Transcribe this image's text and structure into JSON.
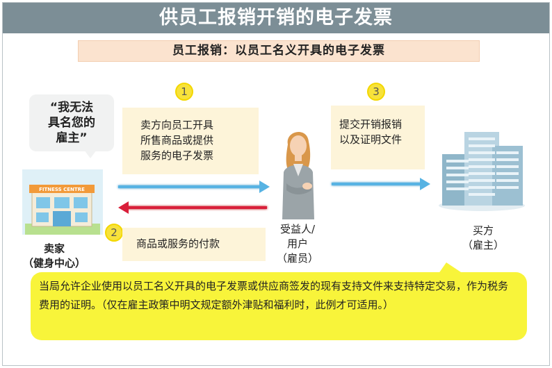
{
  "title": "供员工报销开销的电子发票",
  "subtitle": "员工报销：以员工名义开具的电子发票",
  "bubble": [
    "“我无法",
    "具名您的",
    "雇主”"
  ],
  "steps": [
    {
      "number": "1",
      "lines": [
        "卖方向员工开具",
        "所售商品或提供",
        "服务的电子发票"
      ]
    },
    {
      "number": "2",
      "lines": [
        "商品或服务的付款"
      ]
    },
    {
      "number": "3",
      "lines": [
        "提交开销报销",
        "以及证明文件"
      ]
    }
  ],
  "seller": {
    "lines": [
      "卖家",
      "（健身中心）"
    ],
    "sign": "FITNESS CENTRE"
  },
  "user": {
    "lines": [
      "受益人/",
      "用户",
      "（雇员）"
    ]
  },
  "buyer": {
    "lines": [
      "买方",
      "（雇主）"
    ]
  },
  "banner": "当局允许企业使用以员工名义开具的电子发票或供应商签发的现有支持文件来支持特定交易，作为税务费用的证明。（仅在雇主政策中明文规定额外津贴和福利时，此例才可适用。）",
  "colors": {
    "header": "#7c8e96",
    "subtitle_bg": "#fbe3cf",
    "note_bg": "#fdf4d9",
    "badge": "#f7e23b",
    "arrow_blue": "#57b3e3",
    "arrow_red": "#d91f3a",
    "banner": "#f8f43a"
  },
  "icons": [
    "fitness-centre-building-icon",
    "employee-woman-icon",
    "office-building-icon"
  ]
}
